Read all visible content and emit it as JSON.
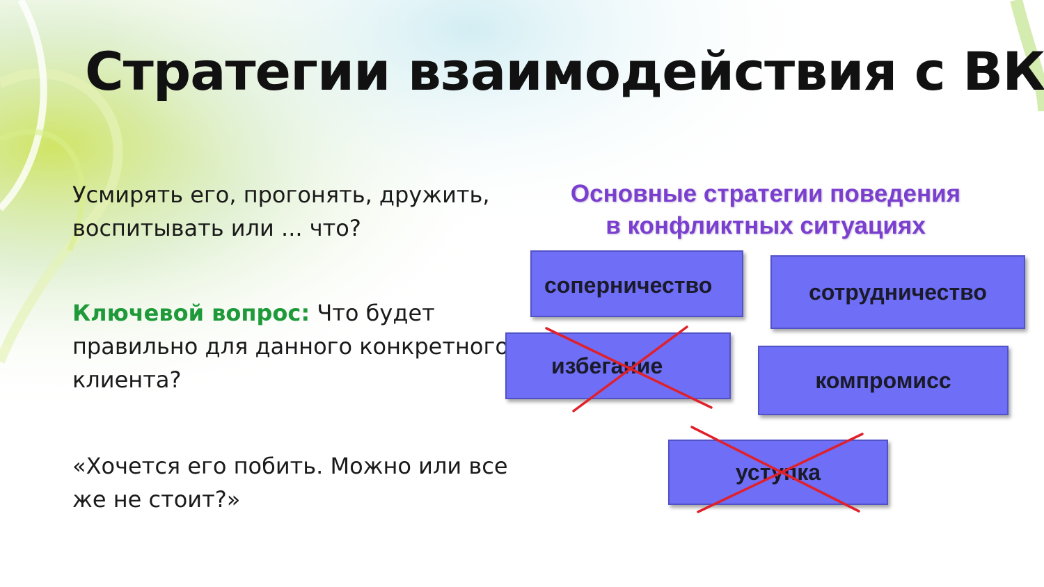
{
  "slide": {
    "title": "Стратегии взаимодействия с ВК",
    "paragraph1": "Усмирять его, прогонять, дружить, воспитывать или ... что?",
    "key_label": "Ключевой вопрос:",
    "key_text": " Что будет правильно для данного конкретного клиента?",
    "quote": "«Хочется его побить. Можно или все же не стоит?»",
    "colors": {
      "key_label": "#1e9a3a",
      "box_fill": "#6e6ef6",
      "diagram_title": "#7b3fd0",
      "cross": "#e0202a"
    }
  },
  "diagram": {
    "title_line1": "Основные стратегии поведения",
    "title_line2": "в конфликтных ситуациях",
    "boxes": [
      {
        "label": "соперничество",
        "crossed": false
      },
      {
        "label": "сотрудничество",
        "crossed": false
      },
      {
        "label": "избегание",
        "crossed": true
      },
      {
        "label": "компромисс",
        "crossed": false
      },
      {
        "label": "уступка",
        "crossed": true
      }
    ]
  }
}
